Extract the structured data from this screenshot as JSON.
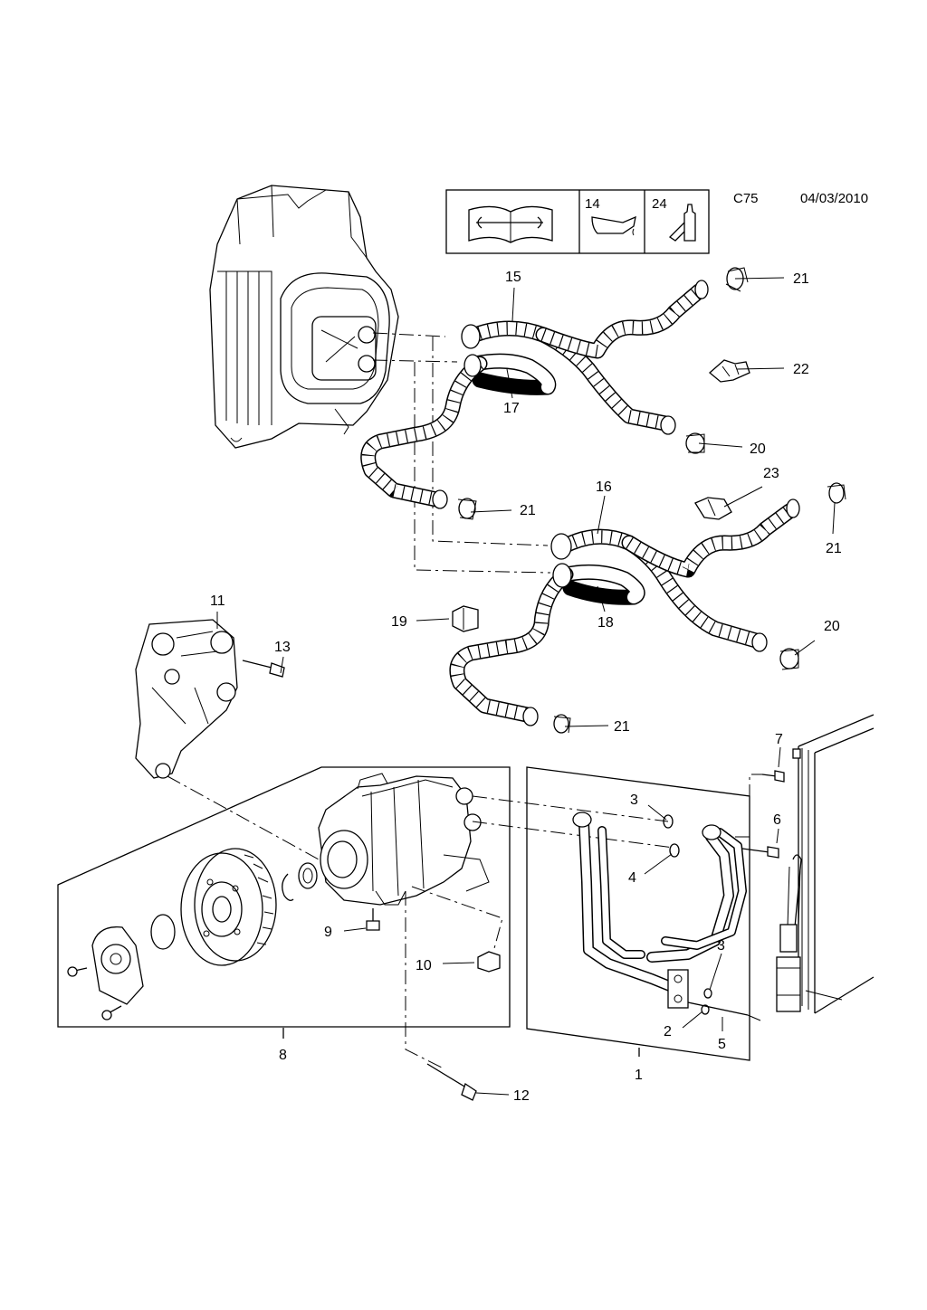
{
  "header": {
    "code": "C75",
    "date": "04/03/2010",
    "icon_box": [
      {
        "icon": "manual-wrench-icon",
        "label": ""
      },
      {
        "icon": "oil-can-icon",
        "label": "14"
      },
      {
        "icon": "sealant-tube-icon",
        "label": "24"
      }
    ]
  },
  "callouts": {
    "c1": "1",
    "c2": "2",
    "c3a": "3",
    "c3b": "3",
    "c4": "4",
    "c5": "5",
    "c6": "6",
    "c7": "7",
    "c8": "8",
    "c9": "9",
    "c10": "10",
    "c11": "11",
    "c12": "12",
    "c13": "13",
    "c15": "15",
    "c16": "16",
    "c17": "17",
    "c18": "18",
    "c19": "19",
    "c20a": "20",
    "c20b": "20",
    "c21a": "21",
    "c21b": "21",
    "c21c": "21",
    "c21d": "21",
    "c22": "22",
    "c23": "23"
  }
}
